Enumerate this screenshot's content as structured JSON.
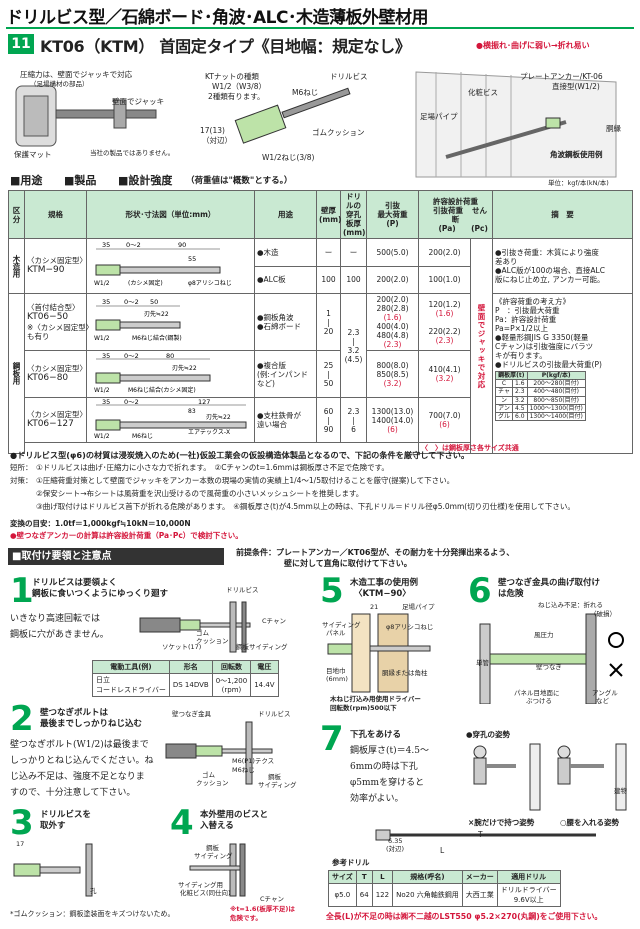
{
  "header": {
    "title": "ドリルビス型／石綿ボード･角波･ALC･木造薄板外壁材用",
    "item_number": "11",
    "product_heading": "KT06（KTM） 首固定タイプ《目地幅：規定なし》",
    "warning": "●横振れ･曲げに弱い→折れ易い"
  },
  "figure_top": {
    "jack_note": "圧縮力は、壁面でジャッキで対応",
    "jack_sub": "（足場構材の部品）",
    "jack_label": "壁面でジャッキ",
    "mat_label": "保護マット",
    "company_note": "当社の製品ではありません。",
    "kt_nut": "KTナットの種類",
    "kt_nut_sub1": "W1/2（W3/8）",
    "kt_nut_sub2": "2種類有ります。",
    "m6": "M6ねじ",
    "drill_bit": "ドリルビス",
    "cushion": "ゴムクッション",
    "dim_17": "17(13)",
    "dim_17_sub": "（対辺）",
    "thread": "W1/2ねじ(3/8)",
    "plate_anchor": "プレートアンカー/KT-06",
    "plate_anchor_sub": "直接型(W1/2)",
    "scaffold_pipe": "足場パイプ",
    "slate": "化粧ビス",
    "body_edge": "胴縁",
    "kakunami": "角波鋼板使用例",
    "unit": "単位：kgf/本(kN/本)"
  },
  "section_heads": {
    "use": "■用途",
    "product": "■製品",
    "strength": "■設計強度",
    "strength_note": "（荷重値は\"概数\"とする。）"
  },
  "spec_table": {
    "headers": {
      "category": "区分",
      "model": "規格",
      "shape": "形状･寸法図（単位:mm）",
      "use": "用途",
      "wall_thk": "壁厚",
      "wall_thk_unit": "(mm)",
      "drill_thk": "ドリルの",
      "drill_thk_2": "穿孔板厚",
      "drill_thk_unit": "(mm)",
      "max_load": "引抜",
      "max_load_2": "最大荷重",
      "max_load_p": "(P)",
      "allow": "許容設計荷重",
      "allow_pa": "引抜荷重",
      "allow_pa_p": "(Pa)",
      "allow_pc": "せん断",
      "allow_pc_2": "荷重",
      "allow_pc_p": "(Pc)",
      "remarks": "摘　要"
    },
    "rows": [
      {
        "category": "木造用",
        "model_line1": "〈カシメ固定型〉",
        "model_line2": "KTM−90",
        "dims": [
          "35",
          "0〜2",
          "90",
          "55"
        ],
        "dim_labels": [
          "W1/2",
          "(カシメ固定)",
          "φ8アリシコねじ"
        ],
        "uses": [
          "●木造",
          "●ALC板"
        ],
        "wall": [
          "ー",
          "100"
        ],
        "drill": [
          "ー",
          "100"
        ],
        "p": [
          "500(5.0)",
          "200(2.0)"
        ],
        "pa": [
          "200(2.0)",
          "100(1.0)"
        ]
      },
      {
        "category": "鋼板用",
        "model_line1": "〈首付結合型〉",
        "model_line2": "KT06−50",
        "model_line3": "※〈カシメ固定型〉",
        "model_line4": "も有り",
        "dims": [
          "35",
          "0〜2",
          "50",
          "刃先≒22"
        ],
        "dim_labels": [
          "W1/2",
          "M6ねじ結合(鋼製)"
        ],
        "uses": [
          "●鋼板角波",
          "●石綿ボード"
        ],
        "wall": "1\n|\n20",
        "drill": "2.3\n|\n3.2\n(4.5)",
        "p": [
          "200(2.0)",
          "280(2.8)",
          "(1.6)",
          "400(4.0)",
          "480(4.8)",
          "(2.3)"
        ],
        "pa": [
          "120(1.2)",
          "(1.6)",
          "220(2.2)",
          "(2.3)"
        ]
      },
      {
        "model_line1": "〈カシメ固定型〉",
        "model_line2": "KT06−80",
        "dims": [
          "35",
          "0〜2",
          "80",
          "刃先≒22"
        ],
        "dim_labels": [
          "W1/2",
          "M6ねじ結合(カシメ固定)"
        ],
        "uses": [
          "●複合版",
          "(例:インパンド",
          "など)"
        ],
        "wall": "25\n|\n50",
        "p": [
          "800(8.0)",
          "850(8.5)",
          "(3.2)"
        ],
        "pa": [
          "410(4.1)",
          "(3.2)"
        ]
      },
      {
        "model_line1": "〈カシメ固定型〉",
        "model_line2": "KT06−127",
        "dims": [
          "35",
          "0〜2",
          "127",
          "83",
          "刃先≒22"
        ],
        "dim_labels": [
          "W1/2",
          "エアテックス-X",
          "M6ねじ"
        ],
        "uses": [
          "●支柱鉄骨が",
          "遠い場合"
        ],
        "wall": "60\n|\n90",
        "drill": "2.3\n|\n6",
        "p": [
          "1300(13.0)",
          "1400(14.0)",
          "(6)"
        ],
        "pa": [
          "700(7.0)",
          "(6)"
        ],
        "note": "〈　〉は鋼板厚さ各サイズ共通"
      }
    ],
    "pc_vertical": "壁面でジャッキで対応",
    "remarks_top": [
      "●引抜き荷重：木質により強度",
      "差あり",
      "●ALC版が100の場合、直接ALC",
      "版にねじ止め立, アンカー可能。"
    ],
    "remarks_mid": [
      "《許容荷重の考え方》",
      "P　：引抜最大荷重",
      "Pa：許容設計荷重",
      "Pa=P×1/2以上"
    ],
    "remarks_bottom": [
      "●軽量形鋼JIS G 3350(軽量",
      "Cチャン)は引抜強度にバラツ",
      "キが有ります。",
      "●ドリルビスの引抜最大荷重(P)"
    ],
    "sub_table": {
      "headers": [
        "鋼板厚(t)",
        "P(kgf/本)"
      ],
      "rows": [
        [
          "C",
          "1.6",
          "200〜280(目付)"
        ],
        [
          "チャ",
          "2.3",
          "400〜480(目付)"
        ],
        [
          "ン",
          "3.2",
          "800〜850(目付)"
        ],
        [
          "アン",
          "4.5",
          "1000〜1300(目付)"
        ],
        [
          "グル",
          "6.0",
          "1300〜1400(目付)"
        ]
      ]
    }
  },
  "notes": {
    "main": "●ドリルビス型(φ6)の材質は浸炭焼入のため(一社)仮設工業会の仮設構造体製品となるので、下記の条件を厳守して下さい。",
    "short_label": "短所：",
    "short_text": "①ドリルビスは曲げ･圧縮力に小さな力で折れます。　②Cチャンのt=1.6mmは鋼板厚さ不足で危険です。",
    "short_red": "②Cチャンのt=1.6mmは鋼板厚さ不足で危険です。",
    "counter_label": "対策：",
    "counter_1": "①圧縮荷重対策として壁面でジャッキをアンカー本数の現場の実情の実績上1/4〜1/5取付けることを厳守(提案)して下さい。",
    "counter_2": "②保安シート→布シートは風荷重を沢山受けるので風荷重の小さいメッシュシートを推奨します。",
    "counter_3": "③曲げ取付けはドリルビス首下が折れる危険があります。　④鋼板厚さ(t)が4.5mm以上の時は、下孔ドリル＝ドリル径φ5.0mm(切り刃仕様)を使用して下さい。",
    "conversion": "変換の目安：1.0tf＝1,000kgf≒10kN＝10,000N",
    "note_red": "●壁つなぎアンカーの計算は許容設計荷重（Pa･Pc）で検討下さい。"
  },
  "install": {
    "bar": "■取付け要領と注意点",
    "intro": "前提条件：プレートアンカー／KT06型が、その耐力を十分発揮出来るよう、",
    "intro2": "壁に対して直角に取付けて下さい。",
    "step1": {
      "num": "1",
      "title": "ドリルビスは要領よく",
      "title2": "鋼板に食いつくようにゆっくり廻す",
      "text": "いきなり高速回転では",
      "text2": "鋼板に穴があきません。",
      "labels": [
        "ドリルビス",
        "ソケット(17)",
        "ゴム",
        "クッション",
        "鋼板サイディング",
        "Cチャン"
      ],
      "table_headers": [
        "電動工具(例)",
        "形名",
        "回転数",
        "電圧"
      ],
      "table_row": [
        "日立",
        "コードレスドライバー",
        "DS 14DVB",
        "0〜1,200",
        "(rpm)",
        "14.4V"
      ]
    },
    "step2": {
      "num": "2",
      "title": "壁つなぎボルトは",
      "title2": "最後までしっかりねじ込む",
      "text": "壁つなぎボルト(W1/2)は最後まで",
      "text2": "しっかりとねじ込んでください。ね",
      "text3": "じ込み不足は、強度不足となりま",
      "text4": "すので、十分注意して下さい。",
      "labels": [
        "壁つなぎ金具",
        "ドリルビス",
        "M6(P1)テクス",
        "M6ねじ",
        "ゴム",
        "クッション",
        "鋼板",
        "サイディング"
      ]
    },
    "step3": {
      "num": "3",
      "title": "ドリルビスを",
      "title2": "取外す",
      "labels": [
        "17",
        "孔"
      ],
      "footnote": "*ゴムクッション：鋼板塗装面をキズつけないため。"
    },
    "step4": {
      "num": "4",
      "title": "本外壁用のビスと",
      "title2": "入替える",
      "labels": [
        "鋼板",
        "サイディング",
        "サイディング用",
        "化粧ビス(同仕向)",
        "Cチャン",
        "※t=1.6(板厚不足)は",
        "危険です。"
      ]
    },
    "step5": {
      "num": "5",
      "title": "木造工事の使用例",
      "title2": "〈KTM−90〉",
      "labels": [
        "21",
        "足場パイプ",
        "サイディング",
        "パネル",
        "φ8アリシコねじ",
        "目地巾",
        "(6mm)",
        "胴縁または角柱",
        "木ねじ打込み用使用ドライバー",
        "回転数(rpm)500以下"
      ]
    },
    "step6": {
      "num": "6",
      "title": "壁つなぎ金具の曲げ取付け",
      "title2": "は危険",
      "labels": [
        "ねじ込み不足：折れる",
        "（破損）",
        "風圧力",
        "アングル",
        "など",
        "パネル目地面に",
        "ぶつける",
        "単管",
        "壁つなぎ"
      ]
    },
    "step7": {
      "num": "7",
      "title": "下孔をあける",
      "text": "鋼板厚さ(t)＝4.5〜",
      "text2": "6mmの時は下孔",
      "text3": "φ5mmを穿けると",
      "text4": "効率がよい。",
      "pose_head": "●穿孔の姿勢",
      "pose_bad": "×腕だけで持つ姿勢",
      "pose_good": "○腰を入れる姿勢",
      "building": "建物",
      "dims": [
        "L",
        "T",
        "6.35",
        "(対辺)"
      ],
      "ref_label": "参考ドリル",
      "table_headers": [
        "サイズ",
        "T",
        "L",
        "規格(呼名)",
        "メーカー",
        "適用ドリル"
      ],
      "table_row": [
        "φ5.0",
        "64",
        "122",
        "No20 六角軸鉄鋼用",
        "大西工業",
        "ドリルドライバー",
        "9.6V以上"
      ],
      "bottom_note": "全長(L)が不足の時は㈱不二越のLST550 φ5.2×270(丸鋼)をご使用下さい。"
    }
  },
  "colors": {
    "accent_green": "#00a651",
    "warning_red": "#d4163b",
    "header_fill": "#c9e9d2"
  }
}
